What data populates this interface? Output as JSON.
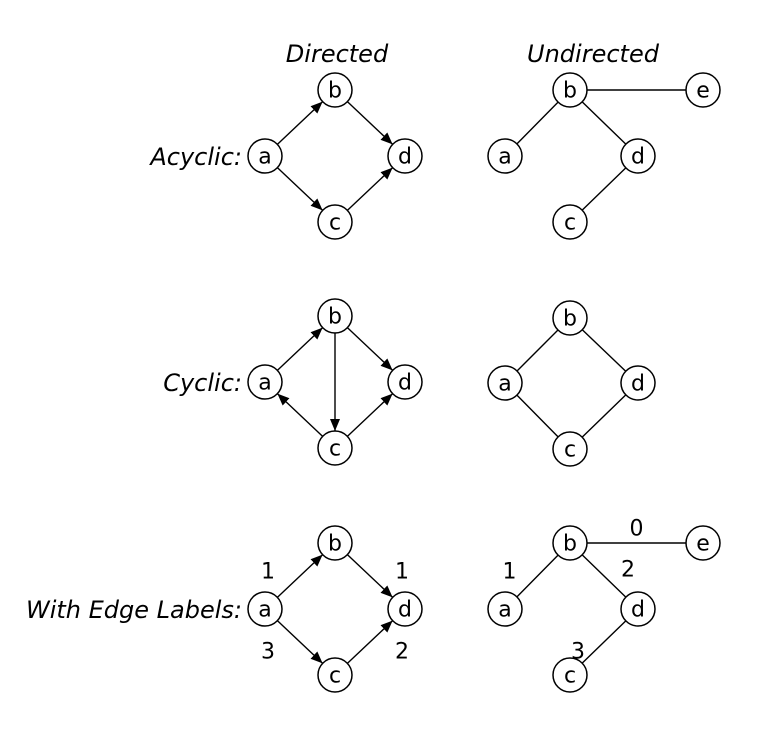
{
  "headers": {
    "directed": "Directed",
    "undirected": "Undirected"
  },
  "rows": [
    {
      "label": "Acyclic:",
      "directed": {
        "nodes": [
          "a",
          "b",
          "c",
          "d"
        ],
        "edges": [
          {
            "from": "a",
            "to": "b",
            "label": ""
          },
          {
            "from": "a",
            "to": "c",
            "label": ""
          },
          {
            "from": "b",
            "to": "d",
            "label": ""
          },
          {
            "from": "c",
            "to": "d",
            "label": ""
          }
        ]
      },
      "undirected": {
        "nodes": [
          "a",
          "b",
          "c",
          "d",
          "e"
        ],
        "edges": [
          {
            "from": "a",
            "to": "b",
            "label": ""
          },
          {
            "from": "b",
            "to": "e",
            "label": ""
          },
          {
            "from": "b",
            "to": "d",
            "label": ""
          },
          {
            "from": "d",
            "to": "c",
            "label": ""
          }
        ]
      }
    },
    {
      "label": "Cyclic:",
      "directed": {
        "nodes": [
          "a",
          "b",
          "c",
          "d"
        ],
        "edges": [
          {
            "from": "a",
            "to": "b",
            "label": ""
          },
          {
            "from": "b",
            "to": "d",
            "label": ""
          },
          {
            "from": "b",
            "to": "c",
            "label": ""
          },
          {
            "from": "c",
            "to": "a",
            "label": ""
          },
          {
            "from": "c",
            "to": "d",
            "label": ""
          }
        ]
      },
      "undirected": {
        "nodes": [
          "a",
          "b",
          "c",
          "d"
        ],
        "edges": [
          {
            "from": "a",
            "to": "b",
            "label": ""
          },
          {
            "from": "b",
            "to": "d",
            "label": ""
          },
          {
            "from": "a",
            "to": "c",
            "label": ""
          },
          {
            "from": "c",
            "to": "d",
            "label": ""
          }
        ]
      }
    },
    {
      "label": "With Edge Labels:",
      "directed": {
        "nodes": [
          "a",
          "b",
          "c",
          "d"
        ],
        "edges": [
          {
            "from": "a",
            "to": "b",
            "label": "1"
          },
          {
            "from": "b",
            "to": "d",
            "label": "1"
          },
          {
            "from": "a",
            "to": "c",
            "label": "3"
          },
          {
            "from": "c",
            "to": "d",
            "label": "2"
          }
        ]
      },
      "undirected": {
        "nodes": [
          "a",
          "b",
          "c",
          "d",
          "e"
        ],
        "edges": [
          {
            "from": "a",
            "to": "b",
            "label": "1"
          },
          {
            "from": "b",
            "to": "d",
            "label": "2"
          },
          {
            "from": "b",
            "to": "e",
            "label": "0"
          },
          {
            "from": "d",
            "to": "c",
            "label": "3"
          }
        ]
      }
    }
  ]
}
